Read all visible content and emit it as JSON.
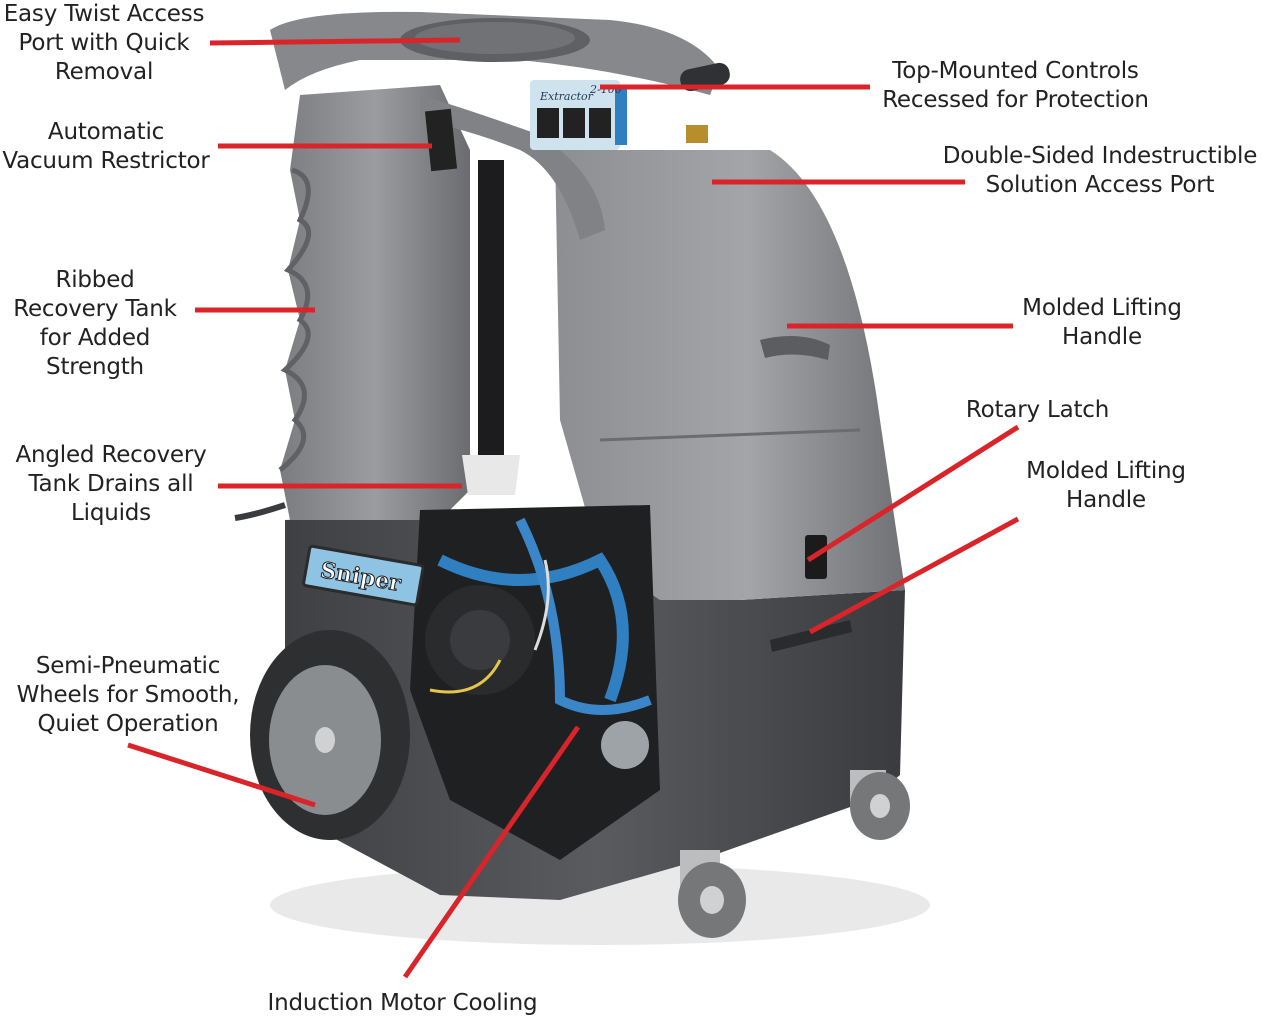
{
  "labels": {
    "easy_twist": "Easy Twist Access\nPort with Quick\nRemoval",
    "top_controls": "Top-Mounted Controls\nRecessed for Protection",
    "auto_vacuum": "Automatic\nVacuum Restrictor",
    "double_sided": "Double-Sided Indestructible\nSolution Access Port",
    "ribbed_tank": "Ribbed\nRecovery Tank\nfor Added\nStrength",
    "lifting_handle_upper": "Molded Lifting\nHandle",
    "rotary_latch": "Rotary Latch",
    "lifting_handle_lower": "Molded Lifting\nHandle",
    "angled_tank": "Angled Recovery\nTank Drains all\nLiquids",
    "wheels": "Semi-Pneumatic\nWheels for Smooth,\nQuiet Operation",
    "motor_cooling": "Induction Motor Cooling"
  },
  "machine": {
    "panel_model": "Extractor",
    "panel_number": "2-100",
    "brand_badge": "Sniper"
  },
  "colors": {
    "leader": "#d9252a",
    "body_gray": "#7d7f83",
    "dark_gray": "#4a4b4e",
    "accent_blue": "#2f7fc1",
    "badge_blue": "#8fc3e4"
  }
}
